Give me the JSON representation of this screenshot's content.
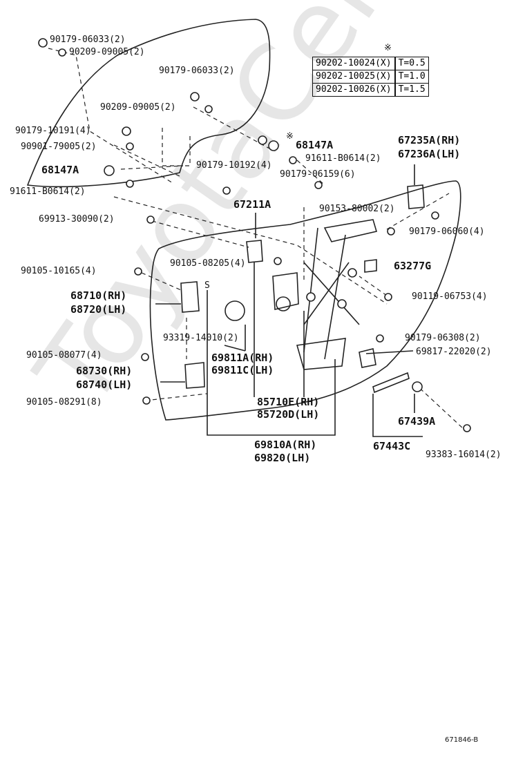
{
  "watermark": "ToyotaCenter.ru",
  "shim_table": {
    "marker": "※",
    "rows": [
      {
        "part": "90202-10024(X)",
        "thickness": "T=0.5"
      },
      {
        "part": "90202-10025(X)",
        "thickness": "T=1.0"
      },
      {
        "part": "90202-10026(X)",
        "thickness": "T=1.5"
      }
    ]
  },
  "labels": {
    "l01": "90179-06033(2)",
    "l02": "90209-09005(2)",
    "l03": "90179-06033(2)",
    "l04": "90209-09005(2)",
    "l05": "90179-10191(4)",
    "l06": "90901-79005(2)",
    "l07": "68147A",
    "l08": "91611-B0614(2)",
    "l09": "※",
    "l10": "68147A",
    "l11": "91611-B0614(2)",
    "l12": "90179-10192(4)",
    "l13": "90179-06159(6)",
    "l14": "67235A(RH)",
    "l15": "67236A(LH)",
    "l16": "67211A",
    "l17": "90153-80002(2)",
    "l18": "69913-30090(2)",
    "l19": "90179-06060(4)",
    "l20": "90105-10165(4)",
    "l21": "90105-08205(4)",
    "l22": "63277G",
    "l23": "68710(RH)",
    "l24": "68720(LH)",
    "l25": "S",
    "l26": "90119-06753(4)",
    "l27": "93319-14010(2)",
    "l28": "90179-06308(2)",
    "l29": "90105-08077(4)",
    "l30": "69811A(RH)",
    "l31": "69811C(LH)",
    "l32": "69817-22020(2)",
    "l33": "68730(RH)",
    "l34": "68740(LH)",
    "l35": "90105-08291(8)",
    "l36": "85710E(RH)",
    "l37": "85720D(LH)",
    "l38": "67439A",
    "l39": "69810A(RH)",
    "l40": "69820(LH)",
    "l41": "67443C",
    "l42": "93383-16014(2)",
    "l43": "671846-B"
  }
}
